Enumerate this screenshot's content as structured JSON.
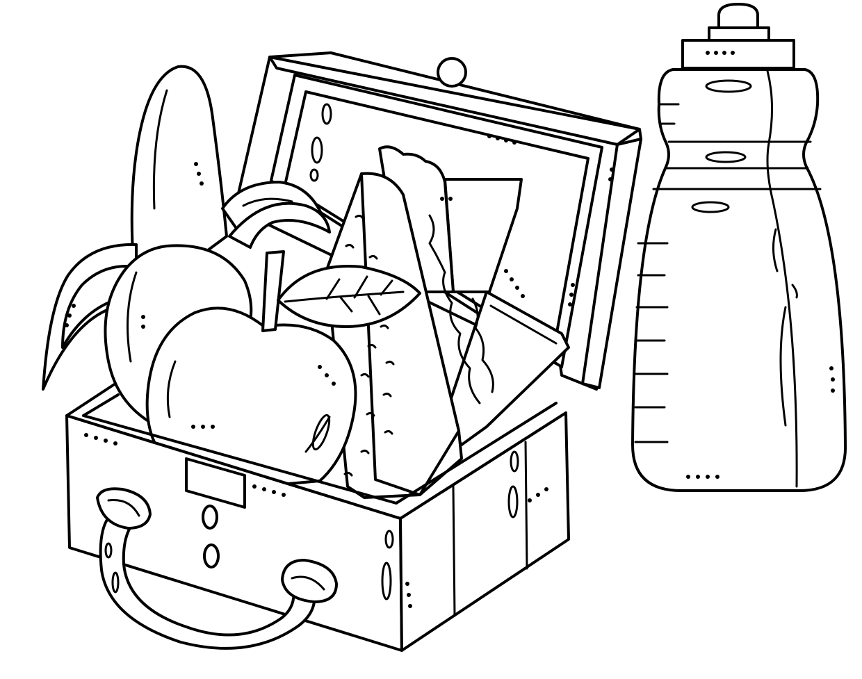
{
  "illustration": {
    "style": "black-and-white line art coloring page",
    "line_color": "#000000",
    "background_color": "#ffffff",
    "objects": [
      {
        "name": "lunch-box",
        "state": "open"
      },
      {
        "name": "banana"
      },
      {
        "name": "peach"
      },
      {
        "name": "apple"
      },
      {
        "name": "sandwich"
      },
      {
        "name": "water-bottle"
      }
    ]
  }
}
